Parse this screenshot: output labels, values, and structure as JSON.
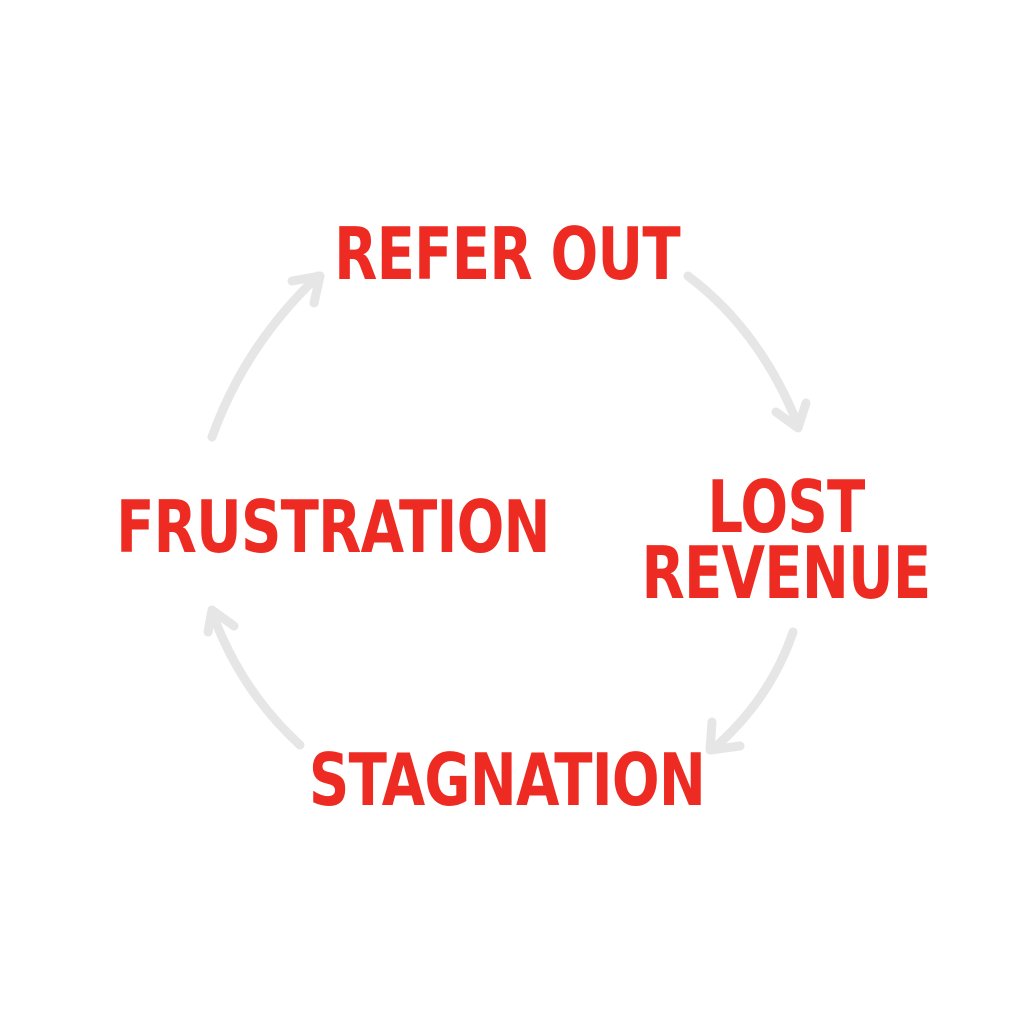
{
  "colors": {
    "label": "#ee2b22",
    "arrow": "#e6e6e6",
    "background": "#ffffff"
  },
  "cycle": {
    "nodes": [
      {
        "id": "refer-out",
        "lines": [
          "REFER OUT"
        ]
      },
      {
        "id": "lost-revenue",
        "lines": [
          "LOST",
          "REVENUE"
        ]
      },
      {
        "id": "stagnation",
        "lines": [
          "STAGNATION"
        ]
      },
      {
        "id": "frustration",
        "lines": [
          "FRUSTRATION"
        ]
      }
    ],
    "arrows": [
      {
        "from": "refer-out",
        "to": "lost-revenue",
        "icon": "curved-arrow-icon"
      },
      {
        "from": "lost-revenue",
        "to": "stagnation",
        "icon": "curved-arrow-icon"
      },
      {
        "from": "stagnation",
        "to": "frustration",
        "icon": "curved-arrow-icon"
      },
      {
        "from": "frustration",
        "to": "refer-out",
        "icon": "curved-arrow-icon"
      }
    ]
  }
}
